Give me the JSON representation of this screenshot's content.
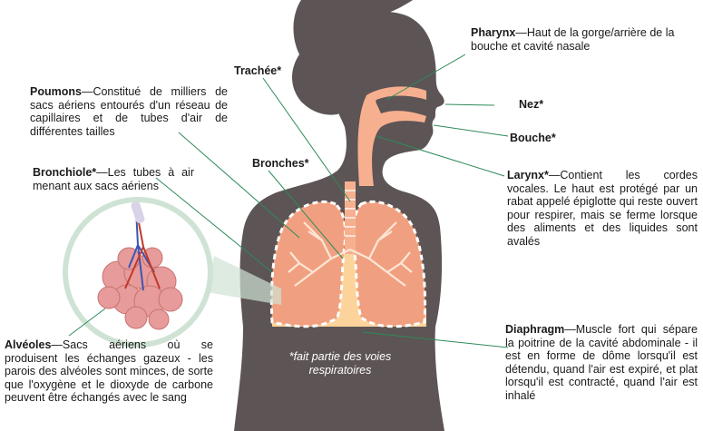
{
  "labels": {
    "pharynx": {
      "term": "Pharynx",
      "desc": "—Haut de la gorge/arrière de la bouche et cavité nasale"
    },
    "trachee": {
      "term": "Trachée*"
    },
    "poumons": {
      "term": "Poumons",
      "desc": "—Constitué de milliers de sacs aériens entourés d'un réseau de capillaires et de tubes d'air de différentes tailles"
    },
    "nez": {
      "term": "Nez*"
    },
    "bouche": {
      "term": "Bouche*"
    },
    "bronches": {
      "term": "Bronches*"
    },
    "bronchiole": {
      "term": "Bronchiole*",
      "desc": "—Les tubes à air menant aux sacs aériens"
    },
    "larynx": {
      "term": "Larynx*",
      "desc": "—Contient les cordes vocales. Le haut est protégé par un rabat appelé épiglotte qui reste ouvert pour respirer, mais se ferme lorsque des aliments et des liquides sont avalés"
    },
    "alveoles": {
      "term": "Alvéoles",
      "desc": "—Sacs aériens où se produisent les échanges gazeux - les parois des alvéoles sont minces, de sorte que l'oxygène et le dioxyde de carbone peuvent être échangés avec le sang"
    },
    "diaphragm": {
      "term": "Diaphragm",
      "desc": "—Muscle fort qui sépare la poitrine de la cavité abdominale - il est en forme de dôme lorsqu'il est détendu, quand l'air est expiré, et plat lorsqu'il est contracté, quand l'air est inhalé"
    }
  },
  "footnote": "*fait partie des voies respiratoires",
  "colors": {
    "body": "#5d5455",
    "lung": "#f0a080",
    "lung_dark": "#e07b5a",
    "airway": "#f7b08f",
    "diaphragm": "#fcd39a",
    "leader": "#2e8a5a",
    "inset_ring": "#cfe3d4"
  }
}
